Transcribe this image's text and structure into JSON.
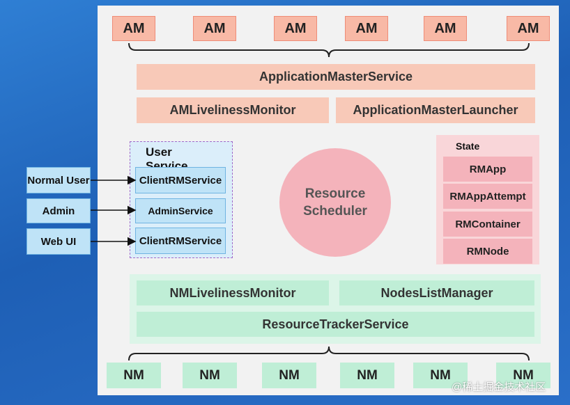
{
  "am_nodes": [
    "AM",
    "AM",
    "AM",
    "AM",
    "AM",
    "AM"
  ],
  "application_master_service": "ApplicationMasterService",
  "am_liveliness_monitor": "AMLivelinessMonitor",
  "application_master_launcher": "ApplicationMasterLauncher",
  "user_service": {
    "title": "User Service",
    "services": [
      "ClientRMService",
      "AdminService",
      "ClientRMService"
    ]
  },
  "clients": [
    "Normal User",
    "Admin",
    "Web UI"
  ],
  "resource_scheduler": "Resource Scheduler",
  "state_machine": {
    "title": "State Machine",
    "items": [
      "RMApp",
      "RMAppAttempt",
      "RMContainer",
      "RMNode"
    ]
  },
  "nm_liveliness_monitor": "NMLivelinessMonitor",
  "nodes_list_manager": "NodesListManager",
  "resource_tracker_service": "ResourceTrackerService",
  "nm_nodes": [
    "NM",
    "NM",
    "NM",
    "NM",
    "NM",
    "NM"
  ],
  "watermark": "@稀土掘金技术社区",
  "colors": {
    "am": "#f8b9a6",
    "service_bar": "#f8c9b8",
    "nm": "#bfeed6",
    "user_service": "#bfe3f7",
    "state_machine": "#f4b3bb",
    "background": "#2f7fd4"
  }
}
